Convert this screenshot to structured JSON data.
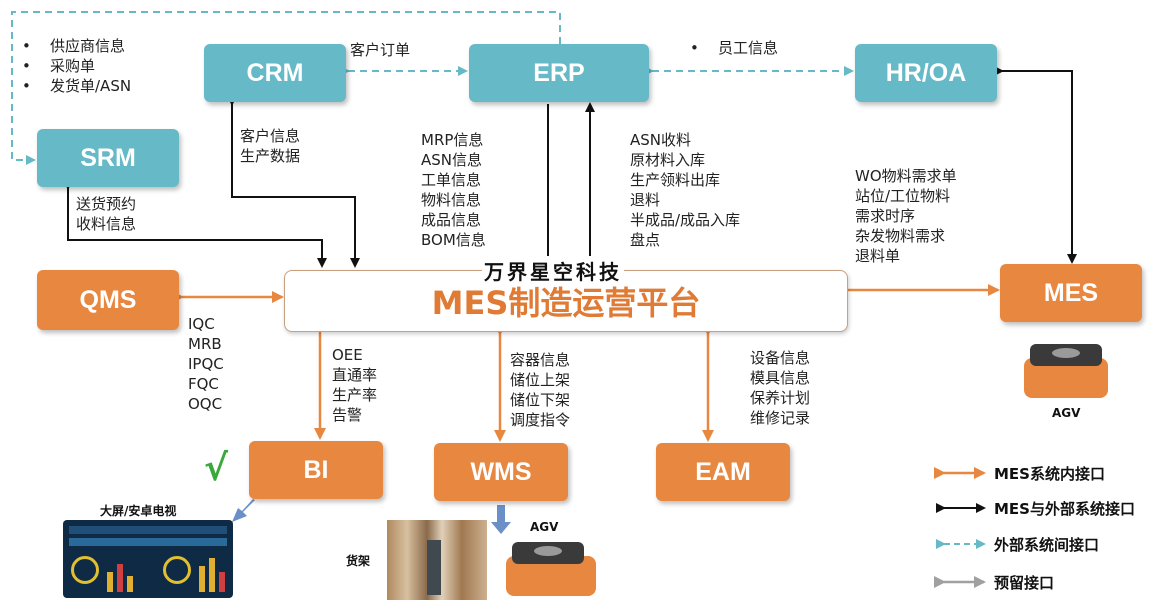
{
  "boxes": {
    "crm": "CRM",
    "erp": "ERP",
    "hroa": "HR/OA",
    "srm": "SRM",
    "qms": "QMS",
    "mes": "MES",
    "bi": "BI",
    "wms": "WMS",
    "eam": "EAM"
  },
  "platform": {
    "company": "万界星空科技",
    "title": "MES制造运营平台"
  },
  "labels": {
    "srm_bullets": [
      "供应商信息",
      "采购单",
      "发货单/ASN"
    ],
    "crm_erp": "客户订单",
    "erp_hr_bullet": "员工信息",
    "crm_mes": [
      "客户信息",
      "生产数据"
    ],
    "srm_mes": [
      "送货预约",
      "收料信息"
    ],
    "erp_down": [
      "MRP信息",
      "ASN信息",
      "工单信息",
      "物料信息",
      "成品信息",
      "BOM信息"
    ],
    "erp_up": [
      "ASN收料",
      "原材料入库",
      "生产领料出库",
      "退料",
      "半成品/成品入库",
      "盘点"
    ],
    "hr_mes": [
      "WO物料需求单",
      "站位/工位物料",
      "需求时序",
      "杂发物料需求",
      "退料单"
    ],
    "qms": [
      "IQC",
      "MRB",
      "IPQC",
      "FQC",
      "OQC"
    ],
    "bi": [
      "OEE",
      "直通率",
      "生产率",
      "告警"
    ],
    "wms": [
      "容器信息",
      "储位上架",
      "储位下架",
      "调度指令"
    ],
    "eam": [
      "设备信息",
      "模具信息",
      "保养计划",
      "维修记录"
    ]
  },
  "devices": {
    "agv_right": "AGV",
    "agv_bottom": "AGV",
    "screen": "大屏/安卓电视",
    "shelf": "货架",
    "check": "√"
  },
  "legend": [
    {
      "text": "MES系统内接口",
      "color": "#e8873f"
    },
    {
      "text": "MES与外部系统接口",
      "color": "#111111"
    },
    {
      "text": "外部系统间接口",
      "color": "#66b9c6"
    },
    {
      "text": "预留接口",
      "color": "#a0a0a0"
    }
  ]
}
